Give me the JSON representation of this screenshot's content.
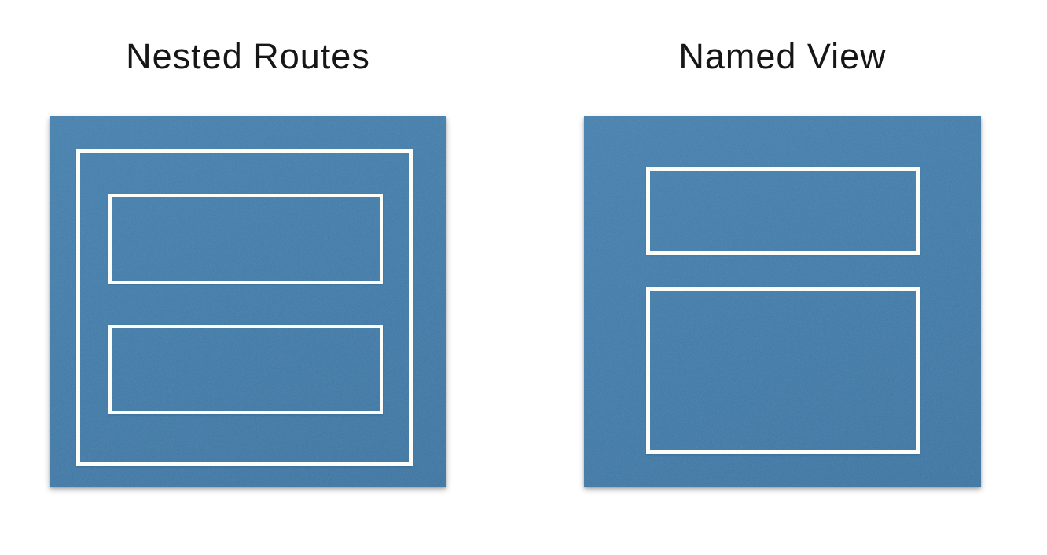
{
  "page": {
    "background": "#ffffff"
  },
  "colors": {
    "panel_blue": "#3a74a5",
    "outline_white": "#fcfcf9",
    "title_text": "#161616"
  },
  "figures": [
    {
      "id": "nested-routes",
      "title": "Nested Routes",
      "panel": "textured blue square",
      "boxes": "one outer outlined box containing two stacked outlined boxes"
    },
    {
      "id": "named-view",
      "title": "Named View",
      "panel": "textured blue square",
      "boxes": "two stacked sibling outlined boxes, top short, bottom tall"
    }
  ]
}
